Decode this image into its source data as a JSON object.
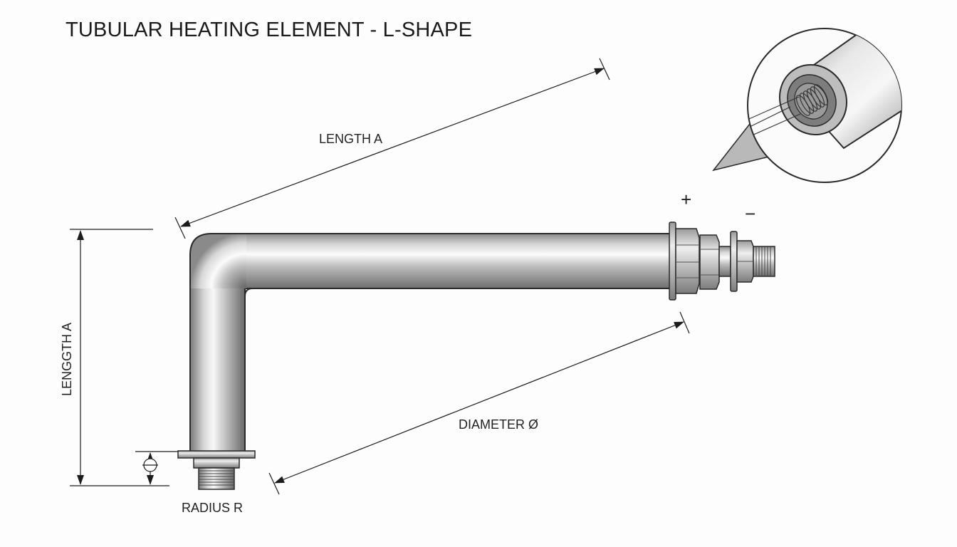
{
  "title": "TUBULAR HEATING ELEMENT - L-SHAPE",
  "labels": {
    "length_top": "LENGTH A",
    "length_side": "LENGGTH A",
    "diameter": "DIAMETER Ø",
    "radius": "RADIUS R",
    "plus": "+",
    "minus": "−"
  },
  "icons": {
    "phi_symbol": "circle-crossed-icon",
    "detail_view": "magnified-coil-detail"
  },
  "colors": {
    "tube_light": "#f2f2f2",
    "tube_mid": "#bdbdbd",
    "tube_dark": "#6f6f6f",
    "line": "#1c1c1c"
  }
}
